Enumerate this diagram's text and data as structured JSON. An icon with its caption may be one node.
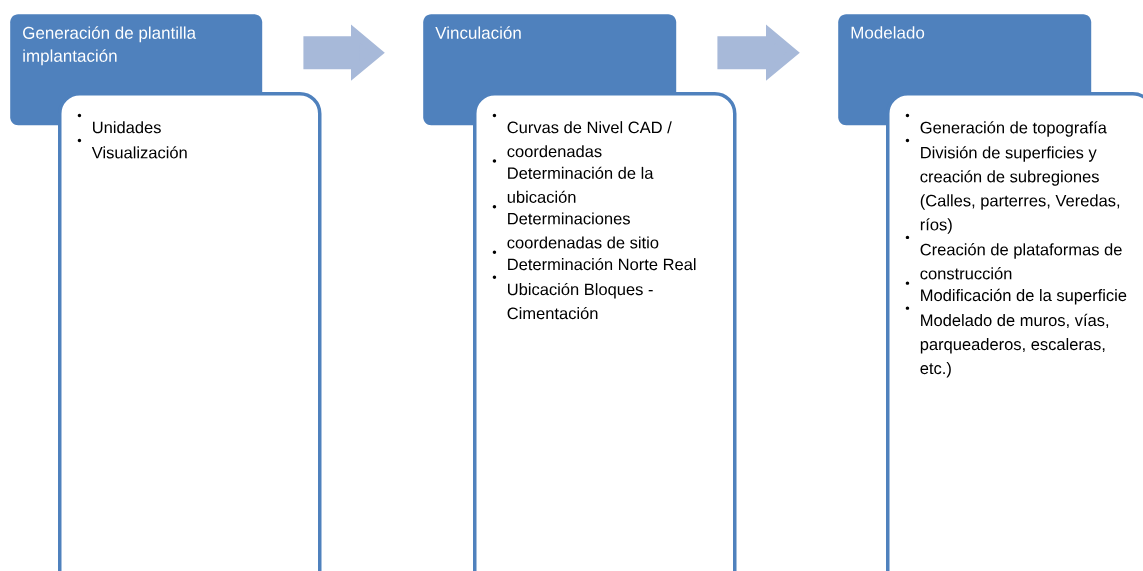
{
  "diagram": {
    "nodes": [
      {
        "text": [
          "Generación de plantilla implantación"
        ]
      },
      {
        "text": [
          "Unidades",
          "Visualización"
        ]
      },
      {
        "text": [
          "Vinculación"
        ]
      },
      {
        "text": [
          "Curvas de Nivel CAD / coordenadas",
          "Determinación de la ubicación",
          "Determinaciones coordenadas de sitio",
          "Determinación Norte Real",
          "Ubicación Bloques - Cimentación"
        ]
      },
      {
        "text": [
          "Modelado"
        ]
      },
      {
        "text": [
          "Generación de topografía",
          "División de superficies y creación de subregiones (Calles, parterres, Veredas, ríos)",
          "Creación de plataformas de construcción",
          "Modificación de la superficie",
          "Modelado de muros, vías, parqueaderos, escaleras, etc.)"
        ]
      }
    ],
    "edges": [
      {
        "from": 0,
        "to": 2,
        "arrow": "to"
      },
      {
        "from": 2,
        "to": 4,
        "arrow": "to"
      }
    ]
  }
}
